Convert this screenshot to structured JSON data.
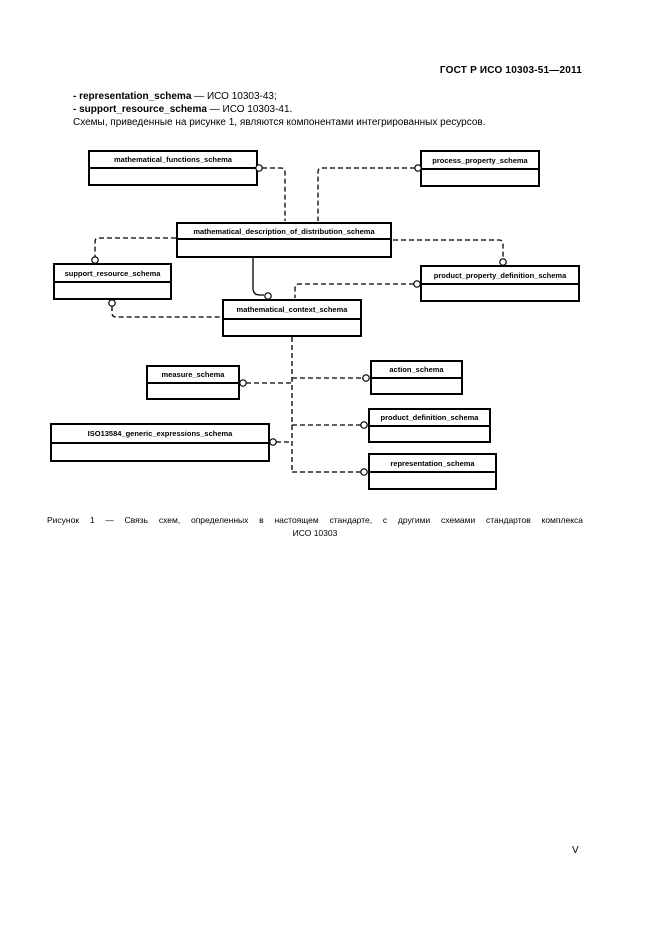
{
  "header": {
    "standard_ref": "ГОСТ Р ИСО 10303-51—2011"
  },
  "intro": {
    "items": [
      {
        "term": "- representation_schema",
        "rest": " — ИСО 10303-43;"
      },
      {
        "term": "- support_resource_schema",
        "rest": " — ИСО 10303-41."
      }
    ],
    "paragraph": "Схемы, приведенные на рисунке 1, являются компонентами интегрированных ресурсов."
  },
  "diagram": {
    "boxes": {
      "mathematical_functions": "mathematical_functions_schema",
      "process_property": "process_property_schema",
      "mathematical_description": "mathematical_description_of_distribution_schema",
      "support_resource": "support_resource_schema",
      "product_property_definition": "product_property_definition_schema",
      "mathematical_context": "mathematical_context_schema",
      "measure": "measure_schema",
      "iso13584": "ISO13584_generic_expressions_schema",
      "action": "action_schema",
      "product_definition": "product_definition_schema",
      "representation": "representation_schema"
    }
  },
  "caption": {
    "line1": "Рисунок 1 — Связь схем, определенных в настоящем стандарте, с другими схемами стандартов комплекса",
    "line2": "ИСО 10303"
  },
  "footer": {
    "page_number": "V"
  }
}
